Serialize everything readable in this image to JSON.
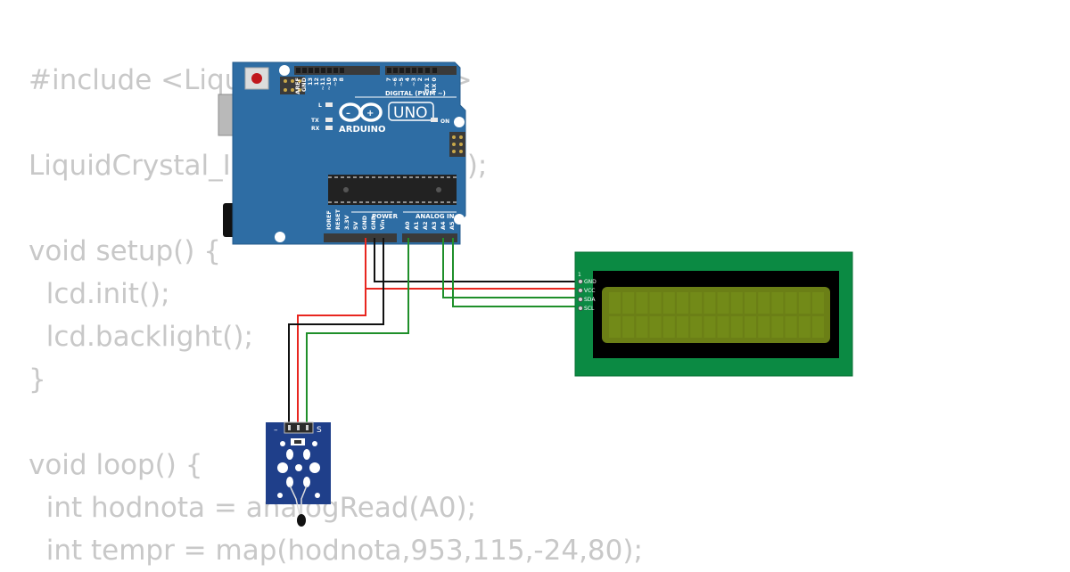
{
  "code_lines": [
    "#include <LiquidCrystal_I2C.h>",
    "",
    "LiquidCrystal_I2C lcd(0x27,16,2);",
    "",
    "void setup() {",
    "  lcd.init();",
    "  lcd.backlight();",
    "}",
    "",
    "void loop() {",
    "  int hodnota = analogRead(A0);",
    "  int tempr = map(hodnota,953,115,-24,80);"
  ],
  "arduino": {
    "brand": "ARDUINO",
    "model": "UNO",
    "digital_header_label": "DIGITAL (PWM ~)",
    "power_label": "POWER",
    "analog_label": "ANALOG IN",
    "on_label": "ON",
    "tx_label": "TX",
    "rx_label": "RX",
    "l_label": "L",
    "digital_pins": [
      "AREF",
      "GND",
      "13",
      "12",
      "~11",
      "~10",
      "~9",
      "8",
      "7",
      "~6",
      "~5",
      "4",
      "~3",
      "2",
      "TX 1",
      "RX 0"
    ],
    "power_pins": [
      "IOREF",
      "RESET",
      "3.3V",
      "5V",
      "GND",
      "GND",
      "Vin"
    ],
    "analog_pins": [
      "A0",
      "A1",
      "A2",
      "A3",
      "A4",
      "A5"
    ]
  },
  "lcd": {
    "pin1_marker": "1",
    "pins": [
      "GND",
      "VCC",
      "SDA",
      "SCL"
    ]
  },
  "sensor": {
    "minus_label": "–",
    "signal_label": "S"
  },
  "colors": {
    "code_text": "#c8c8c8",
    "board_blue": "#2e6da4",
    "wire_red": "#e8261f",
    "wire_black": "#111111",
    "wire_green": "#1f8f2a",
    "lcd_pcb": "#0b8a43",
    "lcd_screen": "#6b7f16",
    "sensor_pcb": "#1f3f8a"
  }
}
